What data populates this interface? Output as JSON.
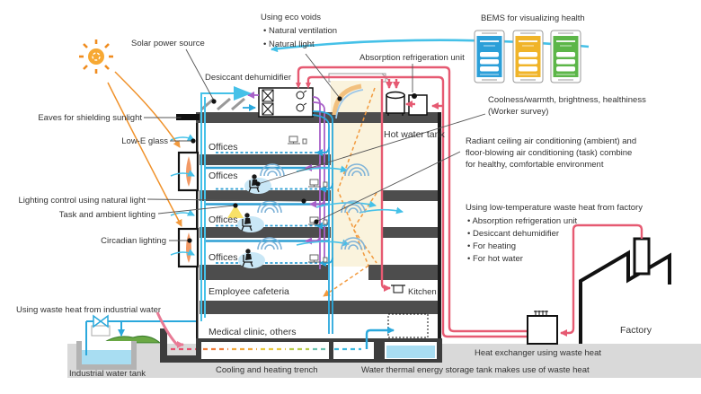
{
  "labels": {
    "solar_power": "Solar power source",
    "eco_voids_title": "Using eco voids",
    "eco_voids_b1": "• Natural ventilation",
    "eco_voids_b2": "• Natural light",
    "bems": "BEMS for visualizing health",
    "desiccant": "Desiccant dehumidifier",
    "absorption": "Absorption refrigeration unit",
    "eaves": "Eaves for shielding sunlight",
    "low_e": "Low-E glass",
    "offices": "Offices",
    "hot_water_tank": "Hot water tank",
    "coolness_1": "Coolness/warmth, brightness, healthiness",
    "coolness_2": "(Worker survey)",
    "radiant_1": "Radiant ceiling air conditioning (ambient) and",
    "radiant_2": "floor-blowing air conditioning (task) combine",
    "radiant_3": "for healthy, comfortable environment",
    "lighting_control": "Lighting control using natural light",
    "task_ambient": "Task and ambient lighting",
    "circadian": "Circadian lighting",
    "low_temp_title": "Using low-temperature waste heat from factory",
    "low_temp_b1": "• Absorption refrigeration unit",
    "low_temp_b2": "• Desiccant dehumidifier",
    "low_temp_b3": "• For heating",
    "low_temp_b4": "• For hot water",
    "cafeteria": "Employee cafeteria",
    "kitchen": "Kitchen",
    "waste_industrial": "Using waste heat from industrial water",
    "medical": "Medical clinic, others",
    "factory": "Factory",
    "heat_exchanger": "Heat exchanger using waste heat",
    "industrial_tank": "Industrial water tank",
    "cooling_trench": "Cooling and heating trench",
    "water_thermal": "Water thermal energy storage tank makes use of waste heat"
  },
  "colors": {
    "hot_pipe": "#e65a72",
    "cold_pipe": "#2aa8dc",
    "air_flow": "#45c1e8",
    "purple_pipe": "#a860c8",
    "sun_orange": "#f0922b",
    "void_fill": "#faf3dd",
    "slab": "#4d4d4d",
    "ground": "#d9d9d9",
    "water": "#a8ddf2",
    "phone_blue": "#2b9fd8",
    "phone_yellow": "#f0b429",
    "phone_green": "#5cb648"
  }
}
